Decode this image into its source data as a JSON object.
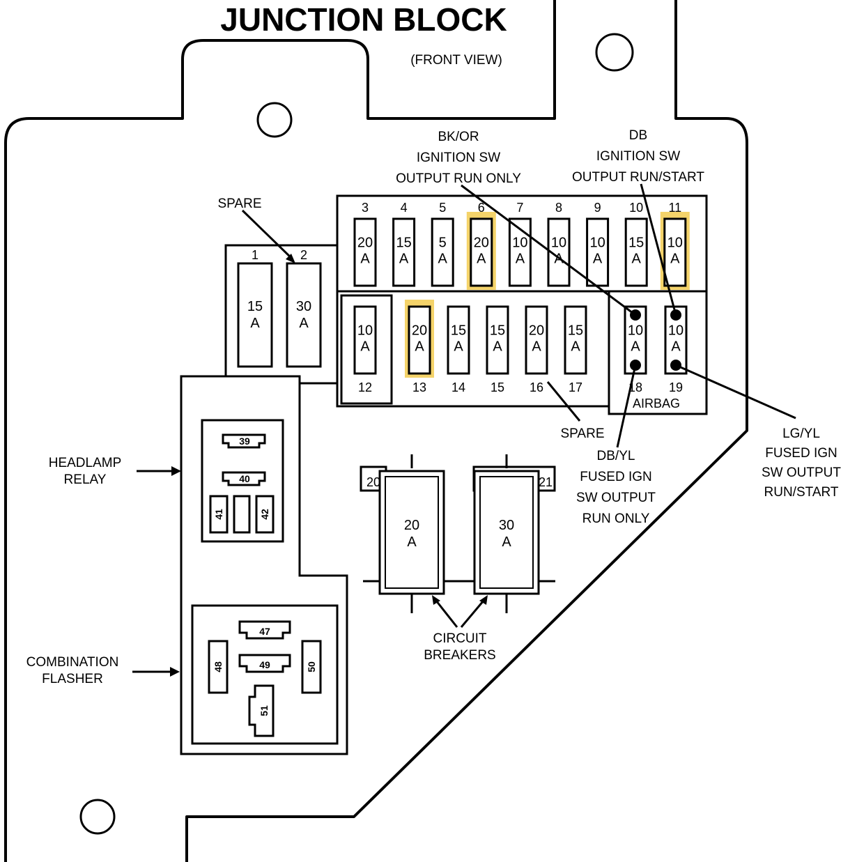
{
  "title": "JUNCTION BLOCK",
  "subtitle": "(FRONT VIEW)",
  "highlight_color": "#f4d36a",
  "top_row": [
    {
      "num": "3",
      "amps": "20",
      "unit": "A",
      "highlight": false
    },
    {
      "num": "4",
      "amps": "15",
      "unit": "A",
      "highlight": false
    },
    {
      "num": "5",
      "amps": "5",
      "unit": "A",
      "highlight": false
    },
    {
      "num": "6",
      "amps": "20",
      "unit": "A",
      "highlight": true
    },
    {
      "num": "7",
      "amps": "10",
      "unit": "A",
      "highlight": false
    },
    {
      "num": "8",
      "amps": "10",
      "unit": "A",
      "highlight": false
    },
    {
      "num": "9",
      "amps": "10",
      "unit": "A",
      "highlight": false
    },
    {
      "num": "10",
      "amps": "15",
      "unit": "A",
      "highlight": false
    },
    {
      "num": "11",
      "amps": "10",
      "unit": "A",
      "highlight": true
    }
  ],
  "bottom_row": [
    {
      "num": "12",
      "amps": "10",
      "unit": "A",
      "highlight": false
    },
    {
      "num": "13",
      "amps": "20",
      "unit": "A",
      "highlight": true
    },
    {
      "num": "14",
      "amps": "15",
      "unit": "A",
      "highlight": false
    },
    {
      "num": "15",
      "amps": "15",
      "unit": "A",
      "highlight": false
    },
    {
      "num": "16",
      "amps": "20",
      "unit": "A",
      "highlight": false
    },
    {
      "num": "17",
      "amps": "15",
      "unit": "A",
      "highlight": false
    },
    {
      "num": "18",
      "amps": "10",
      "unit": "A",
      "highlight": false
    },
    {
      "num": "19",
      "amps": "10",
      "unit": "A",
      "highlight": false
    }
  ],
  "big_fuses": [
    {
      "num": "1",
      "amps": "15",
      "unit": "A"
    },
    {
      "num": "2",
      "amps": "30",
      "unit": "A"
    }
  ],
  "breakers": [
    {
      "num": "20",
      "amps": "20",
      "unit": "A"
    },
    {
      "num": "21",
      "amps": "30",
      "unit": "A"
    }
  ],
  "relays": {
    "headlamp": [
      "39",
      "40",
      "41",
      "42"
    ],
    "flasher": [
      "47",
      "48",
      "49",
      "50",
      "51"
    ]
  },
  "labels": {
    "spare_top": "SPARE",
    "spare_bottom": "SPARE",
    "airbag": "AIRBAG",
    "bkor": [
      "BK/OR",
      "IGNITION SW",
      "OUTPUT RUN ONLY"
    ],
    "db": [
      "DB",
      "IGNITION SW",
      "OUTPUT RUN/START"
    ],
    "dbyl": [
      "DB/YL",
      "FUSED IGN",
      "SW OUTPUT",
      "RUN ONLY"
    ],
    "lgyl": [
      "LG/YL",
      "FUSED IGN",
      "SW OUTPUT",
      "RUN/START"
    ],
    "headlamp": [
      "HEADLAMP",
      "RELAY"
    ],
    "flasher": [
      "COMBINATION",
      "FLASHER"
    ],
    "breakers": [
      "CIRCUIT",
      "BREAKERS"
    ]
  }
}
